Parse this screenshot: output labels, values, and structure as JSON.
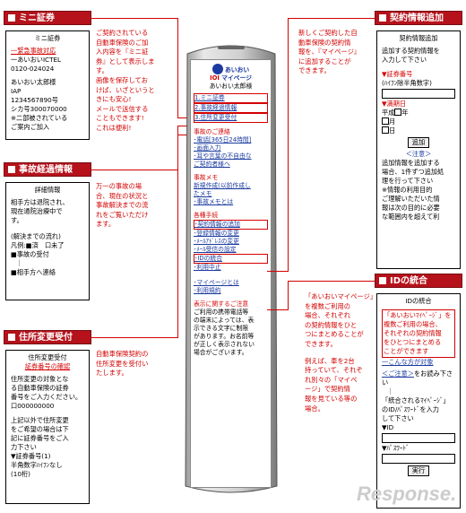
{
  "headers": {
    "mini": "ミニ証券",
    "accident": "事故経過情報",
    "address": "住所変更受付",
    "contract": "契約情報追加",
    "id": "IDの統合"
  },
  "mini_panel": {
    "title": "ミニ証券",
    "lines": [
      "一緊急事故対応",
      "一あいおいICTEL",
      "0120-024024",
      "",
      "あいおい太郎様",
      "IAP",
      "1234567890号",
      "シカ号300070000",
      "※二部被されている",
      "ご案内ご加入"
    ]
  },
  "accident_panel": {
    "title": "詳細情報",
    "lines": [
      "相手方は退院され、",
      "現在通院治療中で",
      "す。",
      "",
      "(解決までの流れ)",
      "凡例:■済　口未了",
      "■事故の受付",
      "｜",
      "■相手方へ連絡"
    ]
  },
  "address_panel": {
    "title": "住所変更受付",
    "subtitle": "証券番号の確認",
    "lines": [
      "住所変更の対象とな",
      "る自動車保険の証券",
      "番号をご入力ください。",
      "口000000000",
      "",
      "上記以外で住所変更",
      "をご希望の場合は下",
      "記に証券番号をご入",
      "力下さい",
      "▼証券番号(1)",
      "半角数字ﾊｲﾌﾝなし",
      "(10桁)"
    ]
  },
  "contract_panel": {
    "title": "契約情報追加",
    "intro": [
      "追加する契約情報を",
      "入力して下さい"
    ],
    "field1": "▼証券番号",
    "field1_hint": "(ﾊｲﾌﾝ除半角数字)",
    "field2": "▼満期日",
    "date_parts": [
      "平成",
      "年",
      "月",
      "日"
    ],
    "add_button": "追加",
    "note_title": "＜注意＞",
    "notes": [
      "追加情報を追加する",
      "場合、1件ずつ追加処",
      "理を行って下さい",
      "※情報の利用目的",
      "ご理解いただいた情",
      "報は次の目的に必要",
      "な範囲内を超えて利"
    ]
  },
  "id_panel": {
    "title": "IDの統合",
    "boxed": [
      "「あいおいﾏｲﾍﾟｰｼﾞ」を",
      "複数ご利用の場合、",
      "それぞれの契約情報",
      "をひとつにまとめる",
      "ことができます"
    ],
    "link1": "一こんな方が対象",
    "note_link": "＜ご注意＞",
    "note_text": "をお読み下さい",
    "lines2": [
      "｜",
      "「統合されるﾏｲﾍﾟｰｼﾞ」",
      "のID/ﾊﾟｽﾜｰﾄﾞを入力",
      "して下さい"
    ],
    "id_label": "▼ID",
    "pw_label": "▼ﾊﾟｽﾜｰﾄﾞ",
    "exec_button": "実行"
  },
  "descriptions": {
    "mini": [
      "ご契約されている",
      "自動車保険のご加",
      "入内容を『ミニ証",
      "券』として表示しま",
      "す。",
      "画像を保存してお",
      "けば、いざというと",
      "きにも安心!",
      "メールで送信する",
      "こともできます!",
      "これは便利!"
    ],
    "accident": [
      "万一の事故の場",
      "合、現在の状況と",
      "事故解決までの流",
      "れをご覧いただけ",
      "ます。"
    ],
    "address": [
      "自動車保険契約の",
      "住所変更を受付い",
      "たします。"
    ],
    "contract": [
      "新しくご契約した自",
      "動車保険の契約情",
      "報を、『マイページ』",
      "に追加することが",
      "できます。"
    ],
    "id": [
      "「あいおいマイページ」",
      "を複数ご利用の",
      "場合、それぞれ",
      "の契約情報をひと",
      "つにまとめることが",
      "できます。",
      "",
      "例えば、車を2台",
      "持っていて、それぞ",
      "れ別々の「マイペ",
      "ージ」で契約情",
      "報を見ている等の",
      "場合。"
    ]
  },
  "phone": {
    "brand": "あいおい",
    "subbrand": "マイページ",
    "ioi": "IOI",
    "user": "あいおい太郎様",
    "menu": [
      "1.ミニ証券",
      "2.事故経過情報",
      "3.住所変更受付"
    ],
    "sec1_title": "事故のご連絡",
    "sec1_items": [
      "･電話[365日24時間]",
      "･画面入力",
      "･耳や言葉の不自由な",
      "ご契約者様へ"
    ],
    "sec2_title": "事故メモ",
    "sec2_items": [
      "新規作成(以前作成し",
      "たメモ",
      "･事故メモとは"
    ],
    "sec3_title": "各種手続",
    "sec3_items": [
      "･契約情報の追加",
      "･登録情報の変更",
      "･ﾒｰﾙｱﾄﾞﾚｽの変更",
      "･ﾒｰﾙ受信の設定",
      "･IDの統合",
      "･利用中止"
    ],
    "sec4_items": [
      "･マイページとは",
      "･利用規約"
    ],
    "notice_title": "表示に関するご注意",
    "notice": [
      "ご利用の携帯電話等",
      "の端末によっては、表",
      "示できる文字に制限",
      "があります。お名前等",
      "が正しく表示されない",
      "場合がございます。"
    ]
  },
  "watermark": "Response."
}
